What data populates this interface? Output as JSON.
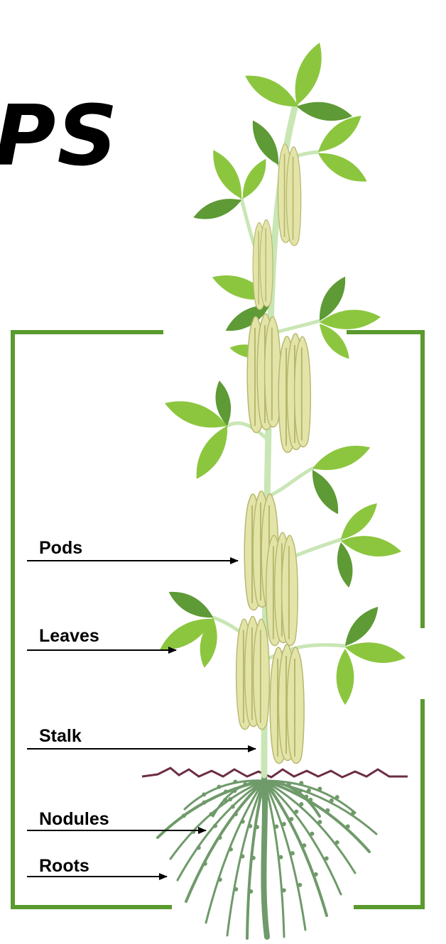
{
  "title_fragment": "PS",
  "labels": {
    "pods": "Pods",
    "leaves": "Leaves",
    "stalk": "Stalk",
    "nodules": "Nodules",
    "roots": "Roots"
  },
  "colors": {
    "frame": "#5a9a2e",
    "leaf_light": "#8cc63f",
    "leaf_dark": "#5e9a35",
    "pod_fill": "#e3e4a8",
    "pod_stroke": "#b7b86e",
    "stem": "#c9e6b5",
    "root": "#6f9a6a",
    "soil": "#6b2d45"
  }
}
